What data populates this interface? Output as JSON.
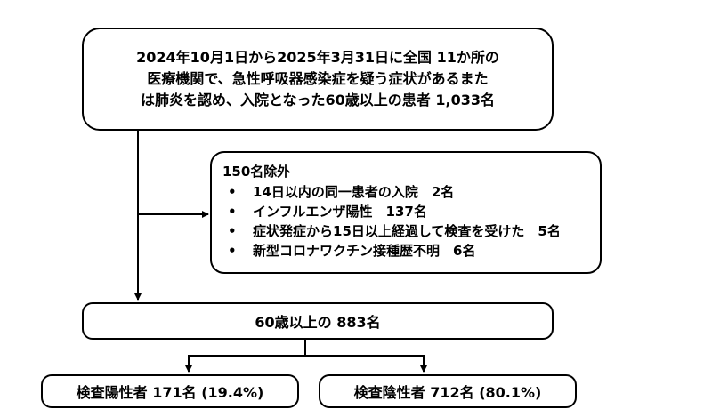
{
  "top_box": {
    "lines": [
      "2024年10月1日から2025年3月31日に全国 11か所の",
      "医療機関で、急性呼吸器感染症を疑う症状があるまた",
      "は肺炎を認め、入院となった60歳以上の患者 1,033名"
    ]
  },
  "exclusion_box": {
    "title": "150名除外",
    "items": [
      "14日以内の同一患者の入院　2名",
      "インフルエンザ陽性　137名",
      "症状発症から15日以上経過して検査を受けた　5名",
      "新型コロナワクチン接種歴不明　6名"
    ]
  },
  "middle_box": {
    "label": "60歳以上の 883名"
  },
  "result_boxes": {
    "positive": "検査陽性者 171名 (19.4%)",
    "negative": "検査陰性者 712名 (80.1%)"
  }
}
